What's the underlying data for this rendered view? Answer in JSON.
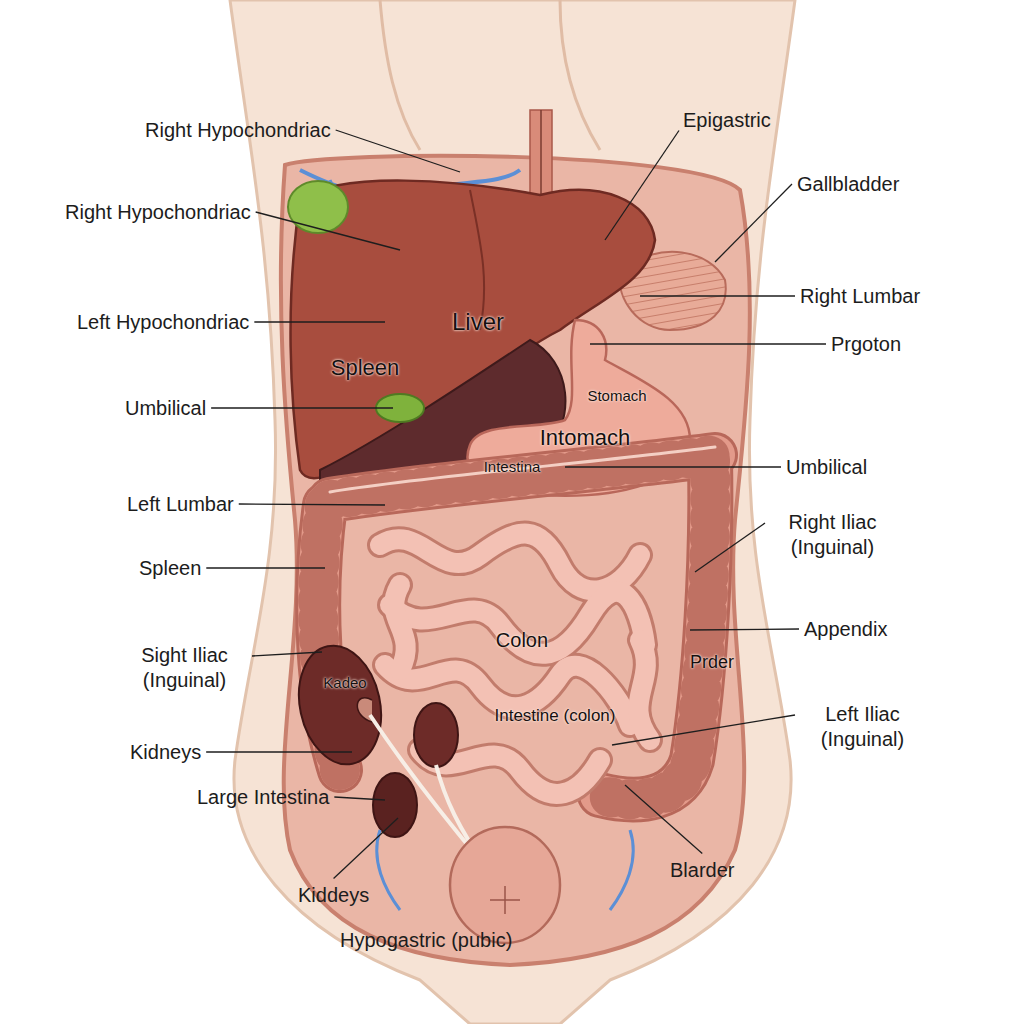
{
  "diagram": {
    "labels": [
      "Right Hypochondriac",
      "Right Hypochondriac",
      "Left Hypochondriac",
      "Umbilical",
      "Left Lumbar",
      "Spleen",
      "Sight Iliac (Inguinal)",
      "Kidneys",
      "Large Intestina",
      "Kiddeys",
      "Hypogastric (pubic)",
      "Liver",
      "Spleen",
      "Stomach",
      "Intomach",
      "Intestina",
      "Colon",
      "Kadeo",
      "Prder",
      "Intestine (colon)",
      "Epigastric",
      "Gallbladder",
      "Right Lumbar",
      "Prgoton",
      "Umbilical",
      "Right Iliac (Inguinal)",
      "Appendix",
      "Left Iliac (Inguinal)",
      "Blarder"
    ]
  }
}
